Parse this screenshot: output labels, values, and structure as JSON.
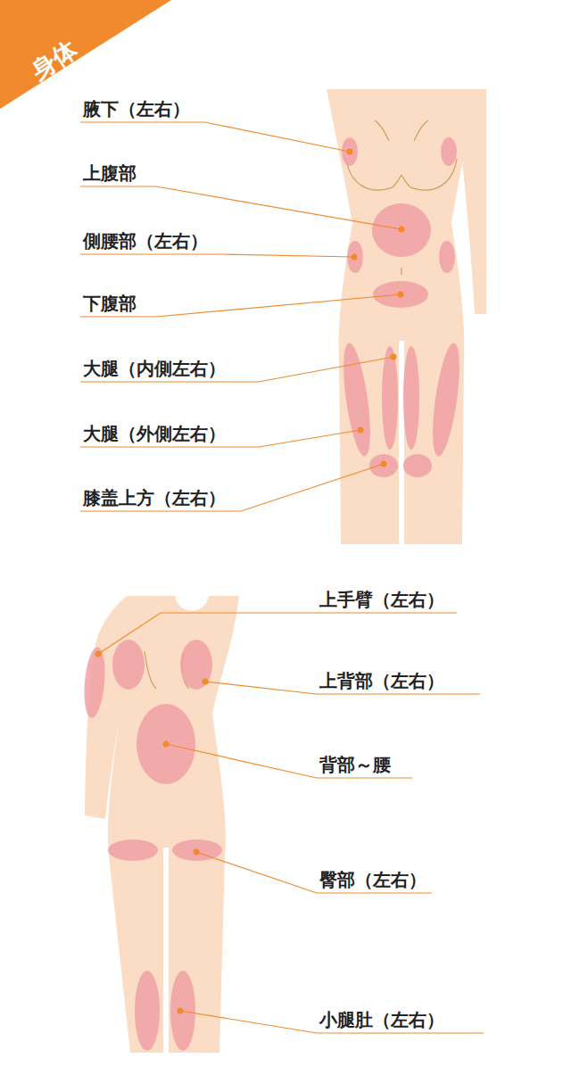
{
  "diagram": {
    "title": "身体",
    "labels": [
      "腋下（左右）",
      "上腹部",
      "側腰部（左右）",
      "下腹部",
      "大腿（内側左右）",
      "大腿（外側左右）",
      "膝盖上方（左右）",
      "上手臂（左右）",
      "上背部（左右）",
      "背部～腰",
      "臀部（左右）",
      "小腿肚（左右）"
    ]
  }
}
